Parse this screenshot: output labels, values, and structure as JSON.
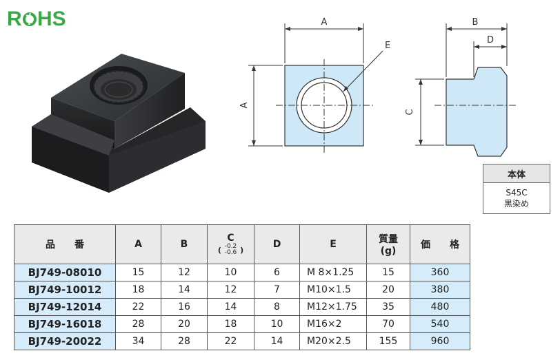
{
  "logo": {
    "text": "RoHS"
  },
  "drawing_labels": {
    "front_width": "A",
    "front_height": "A",
    "thread": "E",
    "side_width": "B",
    "side_step": "D",
    "side_height": "C"
  },
  "material_box": {
    "header": "本体",
    "line1": "S45C",
    "line2": "黒染め"
  },
  "table": {
    "headers": {
      "code": "品　　番",
      "a": "A",
      "b": "B",
      "c": "C",
      "c_tol_pre": "(",
      "c_tol_upper": "-0.2",
      "c_tol_lower": "-0.6",
      "c_tol_post": ")",
      "d": "D",
      "e": "E",
      "mass": "質量",
      "mass_unit": "(g)",
      "price": "価　　格"
    },
    "rows": [
      {
        "code": "BJ749-08010",
        "a": "15",
        "b": "12",
        "c": "10",
        "d": "6",
        "e": "M 8×1.25",
        "mass": "15",
        "price": "360"
      },
      {
        "code": "BJ749-10012",
        "a": "18",
        "b": "14",
        "c": "12",
        "d": "7",
        "e": "M10×1.5",
        "mass": "20",
        "price": "380"
      },
      {
        "code": "BJ749-12014",
        "a": "22",
        "b": "16",
        "c": "14",
        "d": "8",
        "e": "M12×1.75",
        "mass": "35",
        "price": "480"
      },
      {
        "code": "BJ749-16018",
        "a": "28",
        "b": "20",
        "c": "18",
        "d": "10",
        "e": "M16×2",
        "mass": "70",
        "price": "540"
      },
      {
        "code": "BJ749-20022",
        "a": "34",
        "b": "28",
        "c": "22",
        "d": "14",
        "e": "M20×2.5",
        "mass": "155",
        "price": "960"
      }
    ]
  },
  "colors": {
    "rohs_green": "#3aa845",
    "drawing_fill": "#cfe8f7",
    "highlight_cell": "#d6ecfa",
    "header_gray": "#eaeaea"
  }
}
